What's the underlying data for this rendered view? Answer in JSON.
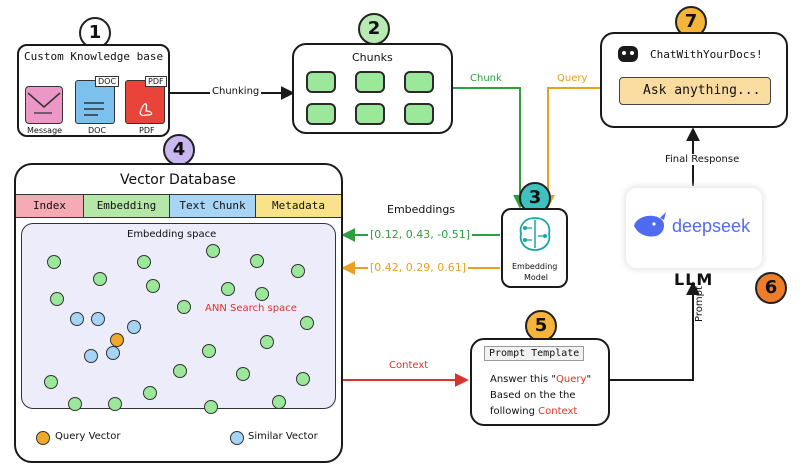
{
  "steps": {
    "s1": "1",
    "s2": "2",
    "s3": "3",
    "s4": "4",
    "s5": "5",
    "s6": "6",
    "s7": "7"
  },
  "knowledge_base": {
    "title": "Custom Knowledge base",
    "doc_badge": "DOC",
    "pdf_badge": "PDF",
    "labels": {
      "message": "Message",
      "doc": "DOC",
      "pdf": "PDF"
    }
  },
  "chunking_label": "Chunking",
  "chunks": {
    "title": "Chunks"
  },
  "chunk_label": "Chunk",
  "query_label": "Query",
  "chat": {
    "title": "ChatWithYourDocs!",
    "input_placeholder": "Ask anything..."
  },
  "final_response_label": "Final Response",
  "llm": {
    "brand": "deepseek",
    "label": "LLM"
  },
  "vector_db": {
    "title": "Vector Database",
    "tabs": [
      "Index",
      "Embedding",
      "Text Chunk",
      "Metadata"
    ],
    "space_title": "Embedding space",
    "ann_label": "ANN Search space",
    "legend": {
      "query": "Query Vector",
      "similar": "Similar Vector"
    }
  },
  "embeddings_label": "Embeddings",
  "embedding_model": {
    "label_line1": "Embedding",
    "label_line2": "Model"
  },
  "vectors": {
    "green": "[0.12, 0.43, -0.51]",
    "orange": "[0.42, 0.29, 0.61]"
  },
  "context_label": "Context",
  "prompt_label": "Prompt",
  "prompt_template": {
    "title": "Prompt Template",
    "line1_pre": "Answer this \"",
    "line1_query": "Query",
    "line1_post": "\"",
    "line2": "Based on the the",
    "line3_pre": "following ",
    "line3_context": "Context"
  },
  "colors": {
    "green_arrow": "#2e9e3e",
    "orange_arrow": "#e8a020",
    "red": "#d9342b",
    "teal": "#1aa6a6"
  }
}
